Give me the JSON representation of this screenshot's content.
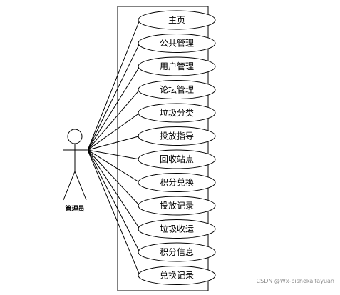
{
  "actor": {
    "label": "管理员"
  },
  "use_cases": [
    {
      "label": "主页"
    },
    {
      "label": "公共管理"
    },
    {
      "label": "用户管理"
    },
    {
      "label": "论坛管理"
    },
    {
      "label": "垃圾分类"
    },
    {
      "label": "投放指导"
    },
    {
      "label": "回收站点"
    },
    {
      "label": "积分兑换"
    },
    {
      "label": "投放记录"
    },
    {
      "label": "垃圾收运"
    },
    {
      "label": "积分信息"
    },
    {
      "label": "兑换记录"
    }
  ],
  "watermark": "CSDN @Wx-bishekaifayuan"
}
